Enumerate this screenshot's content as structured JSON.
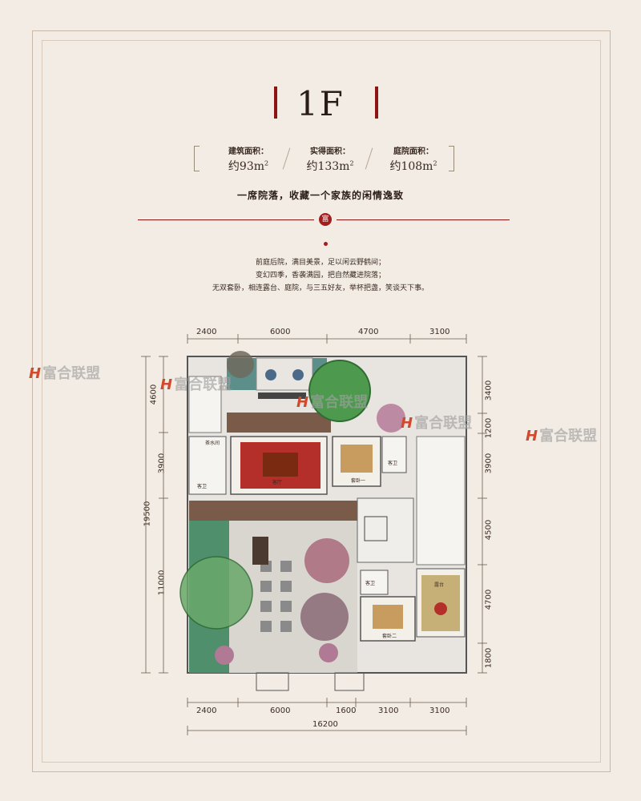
{
  "floor_title": "1F",
  "stats": [
    {
      "label": "建筑面积：",
      "value": "约93m",
      "sup": "2"
    },
    {
      "label": "实得面积：",
      "value": "约133m",
      "sup": "2"
    },
    {
      "label": "庭院面积：",
      "value": "约108m",
      "sup": "2"
    }
  ],
  "tagline": "一席院落，收藏一个家族的闲情逸致",
  "seal_char": "富",
  "description": [
    "前庭后院，满目美景，足以闲云野鹤间；",
    "变幻四季，香袭满园，把自然藏进院落；",
    "无双套卧，相连露台、庭院，与三五好友，举杯把盏，笑谈天下事。"
  ],
  "dims_top": [
    "2400",
    "6000",
    "4700",
    "3100"
  ],
  "dims_bottom": [
    "2400",
    "6000",
    "1600",
    "3100",
    "3100"
  ],
  "dim_bottom_total": "16200",
  "dims_left": [
    "4600",
    "3900",
    "11000"
  ],
  "dim_left_total": "19500",
  "dims_right": [
    "3400",
    "1200",
    "3900",
    "4500",
    "4700",
    "1800"
  ],
  "watermark": "富合联盟",
  "rooms": {
    "tea": "茶水间",
    "living": "客厅",
    "suite1": "套卧一",
    "suite2": "套卧二",
    "bath1": "客卫",
    "bath2": "客卫",
    "bath3": "客卫",
    "terrace": "露台"
  }
}
